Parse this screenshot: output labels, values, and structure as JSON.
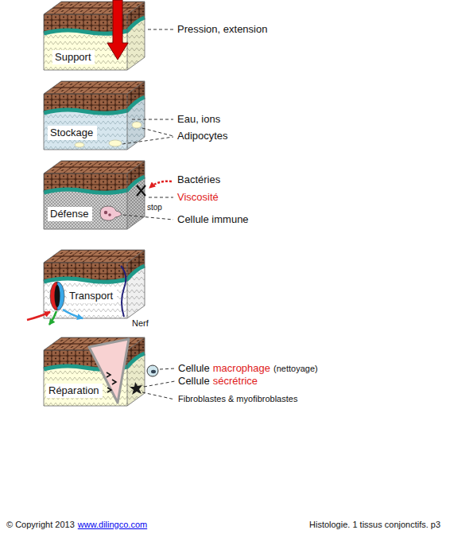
{
  "diagram": {
    "nodes": [
      {
        "text": [
          "Support"
        ]
      },
      {
        "text": [
          "Stockage"
        ]
      },
      {
        "text": [
          "Défense"
        ]
      },
      {
        "text": [
          "Transport"
        ]
      },
      {
        "text": [
          "Réparation"
        ]
      }
    ],
    "labels": [
      "Pression, extension",
      "Eau, ions",
      "Adipocytes",
      "Bactéries",
      "Viscosité",
      "stop",
      "Cellule immune",
      "Nerf",
      "Cellule",
      "macrophage",
      "(nettoyage)",
      "Cellule",
      "sécrétrice",
      "Fibroblastes & myofibroblastes",
      "© Copyright 2013",
      "www.dilingco.com",
      "Histologie. 1 tissus conjonctifs. p3"
    ]
  }
}
